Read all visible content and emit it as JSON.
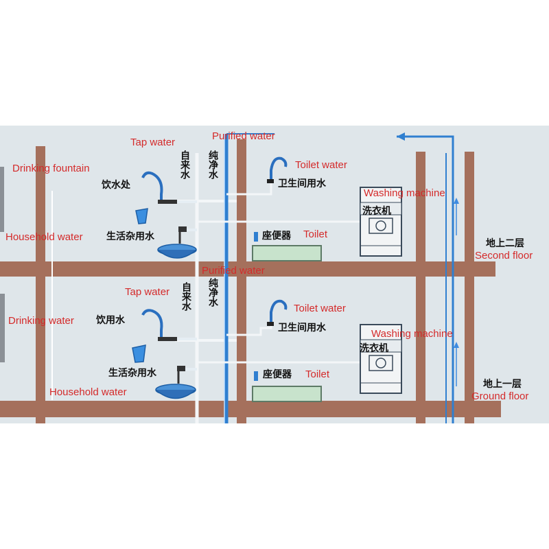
{
  "colors": {
    "background": "#dfe6ea",
    "beam": "#a5705c",
    "tap_pipe": "#f3f6f8",
    "purified_pipe": "#2f7fd0",
    "label_en": "#d42a2a",
    "label_zh": "#111111"
  },
  "floors": {
    "second": {
      "tap_water_en": "Tap water",
      "tap_water_zh": "自来水",
      "purified_water_en": "Purified water",
      "purified_water_zh": "纯净水",
      "drinking_en": "Drinking fountain",
      "drinking_zh": "饮水处",
      "household_en": "Household water",
      "household_zh": "生活杂用水",
      "toilet_water_en": "Toilet water",
      "toilet_water_zh": "卫生间用水",
      "toilet_en": "Toilet",
      "toilet_zh": "座便器",
      "washing_en": "Washing machine",
      "washing_zh": "洗衣机",
      "floor_zh": "地上二层",
      "floor_en": "Second floor"
    },
    "ground": {
      "tap_water_en": "Tap water",
      "tap_water_zh": "自来水",
      "purified_water_en": "Purified water",
      "purified_water_zh": "纯净水",
      "drinking_en": "Drinking water",
      "drinking_zh": "饮用水",
      "household_en": "Household water",
      "household_zh": "生活杂用水",
      "toilet_water_en": "Toilet water",
      "toilet_water_zh": "卫生间用水",
      "toilet_en": "Toilet",
      "toilet_zh": "座便器",
      "washing_en": "Washing machine",
      "washing_zh": "洗衣机",
      "floor_zh": "地上一层",
      "floor_en": "Ground floor"
    }
  }
}
